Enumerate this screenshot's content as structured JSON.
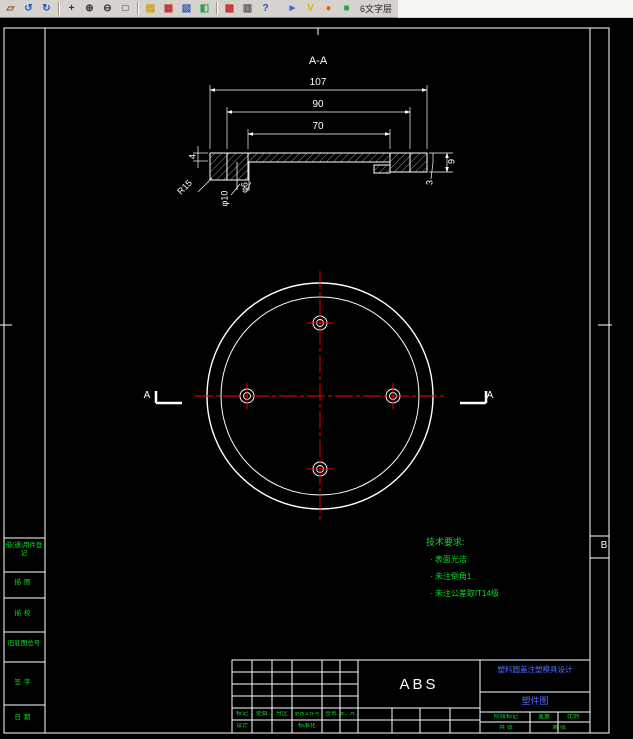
{
  "colors": {
    "background": "#000000",
    "line": "#ffffff",
    "centerline": "#ff0000",
    "annotation_green": "#00e122",
    "title_blue": "#4d6bff",
    "toolbar_gray": "#d6d3ce"
  },
  "toolbar": {
    "layer_label": "6文字层",
    "icons": [
      {
        "name": "sketch-icon",
        "glyph": "▱",
        "color": "#8a4a10"
      },
      {
        "name": "undo-icon",
        "glyph": "↺",
        "color": "#1d4ed8"
      },
      {
        "name": "redo-icon",
        "glyph": "↻",
        "color": "#1d4ed8"
      },
      {
        "name": "pan-icon",
        "glyph": "+",
        "color": "#333333"
      },
      {
        "name": "zoom-in-icon",
        "glyph": "⊕",
        "color": "#333333"
      },
      {
        "name": "zoom-out-icon",
        "glyph": "⊖",
        "color": "#333333"
      },
      {
        "name": "zoom-window-icon",
        "glyph": "□",
        "color": "#333333"
      },
      {
        "name": "layers-icon",
        "glyph": "▤",
        "color": "#caa002"
      },
      {
        "name": "grid-icon",
        "glyph": "▦",
        "color": "#c03030"
      },
      {
        "name": "blocks-icon",
        "glyph": "▧",
        "color": "#3060c0"
      },
      {
        "name": "image-icon",
        "glyph": "◧",
        "color": "#2f9e4f"
      },
      {
        "name": "calc-icon",
        "glyph": "▩",
        "color": "#c03030"
      },
      {
        "name": "table-icon",
        "glyph": "▥",
        "color": "#555555"
      },
      {
        "name": "help-icon",
        "glyph": "?",
        "color": "#1d4ed8"
      },
      {
        "name": "send-icon",
        "glyph": "►",
        "color": "#2f6fd0"
      },
      {
        "name": "check-icon",
        "glyph": "V",
        "color": "#e8b000"
      },
      {
        "name": "palette-icon",
        "glyph": "●",
        "color": "#e86a00"
      },
      {
        "name": "layer-swatch-icon",
        "glyph": "■",
        "color": "#2f9e4f"
      }
    ]
  },
  "drawing": {
    "zone_label": "B",
    "section_view": {
      "title": "A-A",
      "dim_107": "107",
      "dim_90": "90",
      "dim_70": "70",
      "dim_4": "4",
      "dim_r15": "R15",
      "dim_phi10": "φ10",
      "dim_phi6": "φ6",
      "dim_3": "3",
      "dim_9": "9"
    },
    "plan_view": {
      "section_marker": "A"
    },
    "tech_requirements": {
      "title": "技术要求:",
      "items": [
        "· 表面光洁",
        "· 未注倒角1",
        "· 未注公差取IT14级"
      ]
    },
    "title_block": {
      "material": "ABS",
      "project": "塑料圆盖注塑模具设计",
      "part_name": "塑件图",
      "labels": {
        "mark": "标记",
        "count": "处数",
        "zone": "分区",
        "change_doc": "更改文件号",
        "signature": "签名",
        "date": "年、月、日",
        "design": "设计",
        "standardize": "标准化",
        "stage_mark": "阶段标记",
        "weight": "重量",
        "scale": "比例",
        "sheets": "共 张",
        "sheet_no": "第 张"
      }
    },
    "margin_blocks": [
      "借(通)用件登记",
      "描图",
      "描校",
      "旧底图总号",
      "签字",
      "日期"
    ]
  }
}
